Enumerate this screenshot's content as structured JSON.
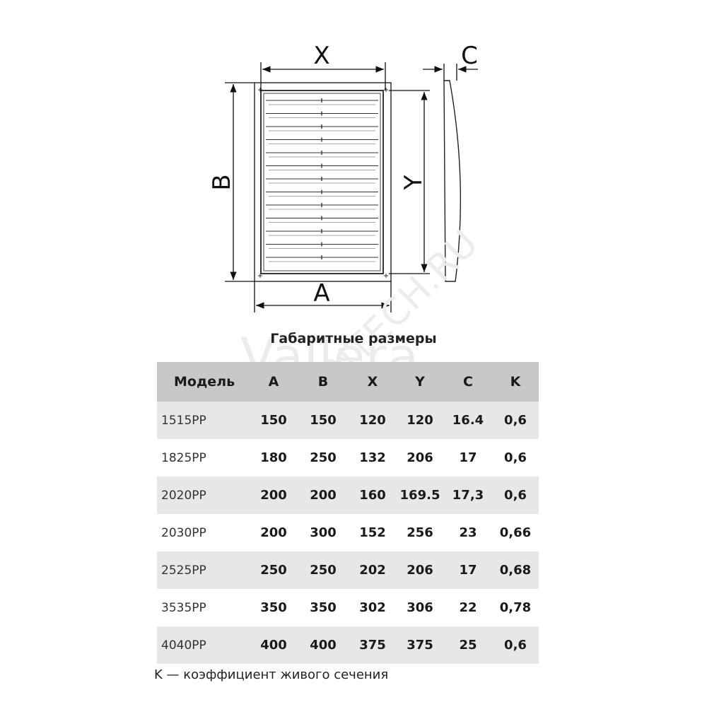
{
  "drawing": {
    "labels": {
      "x": "X",
      "c": "C",
      "b": "B",
      "y": "Y",
      "a": "A"
    }
  },
  "watermarks": [
    "Vallera",
    "SANTECH.RU"
  ],
  "table": {
    "title": "Габаритные размеры",
    "headers": [
      "Модель",
      "A",
      "B",
      "X",
      "Y",
      "C",
      "K"
    ],
    "rows": [
      [
        "1515PP",
        "150",
        "150",
        "120",
        "120",
        "16.4",
        "0,6"
      ],
      [
        "1825PP",
        "180",
        "250",
        "132",
        "206",
        "17",
        "0,6"
      ],
      [
        "2020PP",
        "200",
        "200",
        "160",
        "169.5",
        "17,3",
        "0,6"
      ],
      [
        "2030PP",
        "200",
        "300",
        "152",
        "256",
        "23",
        "0,66"
      ],
      [
        "2525PP",
        "250",
        "250",
        "202",
        "206",
        "17",
        "0,68"
      ],
      [
        "3535PP",
        "350",
        "350",
        "302",
        "306",
        "22",
        "0,78"
      ],
      [
        "4040PP",
        "400",
        "400",
        "375",
        "375",
        "25",
        "0,6"
      ]
    ]
  },
  "footnote": "K — коэффициент живого сечения",
  "colors": {
    "header_bg": "#c8c8c8",
    "stripe_bg": "#e7e7e7",
    "line": "#111111"
  }
}
